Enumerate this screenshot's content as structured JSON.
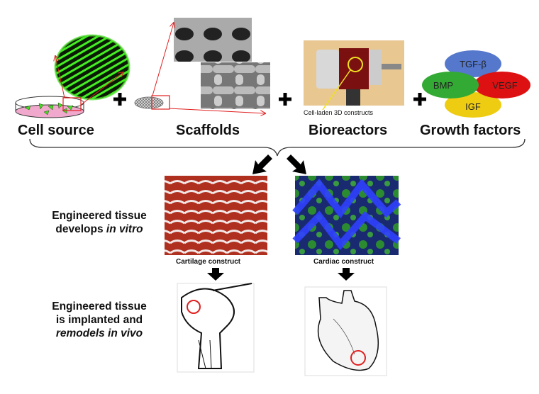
{
  "categories": {
    "cell_source": "Cell source",
    "scaffolds": "Scaffolds",
    "bioreactors": "Bioreactors",
    "growth_factors": "Growth factors"
  },
  "bioreactor_caption": "Cell-laden 3D constructs",
  "growth_factor_items": [
    "TGF-β",
    "BMP",
    "VEGF",
    "IGF"
  ],
  "stage_in_vitro": {
    "line1": "Engineered tissue",
    "line2": "develops ",
    "italic": "in vitro"
  },
  "stage_in_vivo": {
    "line1": "Engineered tissue",
    "line2": "is implanted and",
    "italic": "remodels in vivo"
  },
  "constructs": {
    "cartilage": "Cartilage construct",
    "cardiac": "Cardiac construct"
  },
  "colors": {
    "arrow_red": "#e02020",
    "cell_green": "#33dd22",
    "tgf": "#5577cc",
    "bmp": "#33aa33",
    "vegf": "#dd1111",
    "igf": "#eecc11"
  }
}
